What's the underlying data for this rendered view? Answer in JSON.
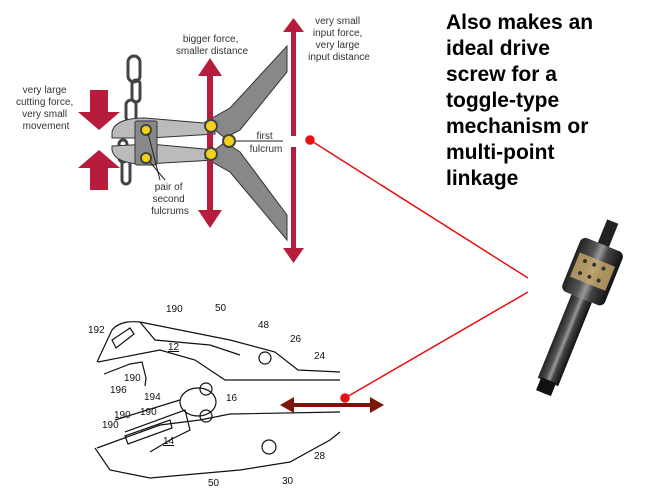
{
  "callout": {
    "lines": [
      "Also makes an",
      "ideal drive",
      "screw for a",
      "toggle-type",
      "mechanism or",
      "multi-point",
      "linkage"
    ]
  },
  "top_diagram": {
    "cutting_label": [
      "very large",
      "cutting force,",
      "very small",
      "movement"
    ],
    "bigger_force_label": [
      "bigger force,",
      "smaller distance"
    ],
    "input_label": [
      "very small",
      "input force,",
      "very large",
      "input distance"
    ],
    "first_fulcrum_label": [
      "first",
      "fulcrum"
    ],
    "second_fulcrums_label": [
      "pair of",
      "second",
      "fulcrums"
    ]
  },
  "patent_drawing": {
    "labels": [
      "192",
      "190",
      "50",
      "48",
      "26",
      "24",
      "12",
      "190",
      "196",
      "194",
      "16",
      "190",
      "190",
      "190",
      "14",
      "28",
      "50",
      "30"
    ]
  },
  "colors": {
    "force_arrow": "#b81c3c",
    "pointer_line": "#e81010",
    "motion_arrow": "#7a1508",
    "pivot": "#f2d21a"
  }
}
